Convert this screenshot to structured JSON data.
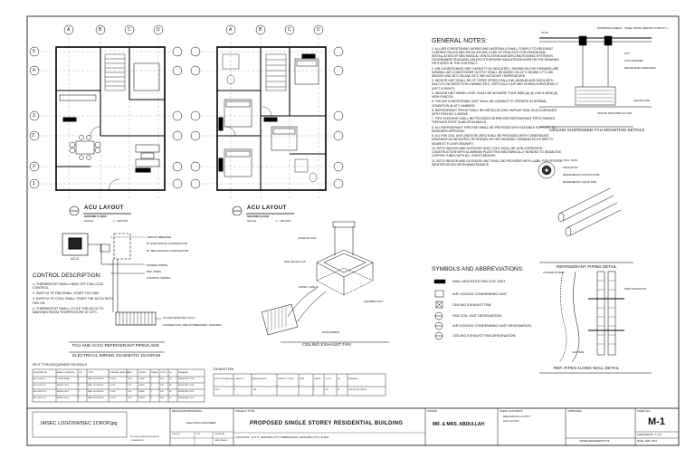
{
  "plan_left": {
    "title": "ACU LAYOUT",
    "subtitle": "GROUND FLOOR",
    "scale_label": "SCALE",
    "scale": "1 : 100 MTS"
  },
  "plan_right": {
    "title": "ACU LAYOUT",
    "subtitle": "SECOND FLOOR",
    "scale_label": "SCALE",
    "scale": "1 : 100 MTS"
  },
  "grid": {
    "cols": [
      "A",
      "B",
      "C",
      "D"
    ],
    "rows": [
      "5",
      "4",
      "3",
      "2'",
      "2",
      "1"
    ]
  },
  "general_notes": {
    "title": "GENERAL NOTES:",
    "items": [
      "1. ALL AIR CONDITIONING WORKS AND MATERIALS SHALL COMPLY TO RELEVANT CURRENT RULES AND REGULATIONS CODE OF PRACTICE FOR DESIGN AND INSTALLATION OF MECHANICAL VENTILATION AND AIRCONDITIONING SYSTEM IN GOVERNMENT BUILDING UNLESS OTHERWISE INDICATED/SHOWN ON THE DRAWING OR STATED IN THE CONTRACT.",
      "2. AIR CONDITIONING UNIT CAPACITY AS INDICATED / SHOWN ON THE DRAWING ARE NOMINAL AIR CONDITIONER OUTPUT SHALL BE BASED ON 24°C DB AND 17°C WB INDOOR AND 35°C DB AND 26°C WB OUTDOOR TEMPERATURE.",
      "3. INDOOR UNIT SHALL BE OF THREE SPEED FAN (LOW, MEDIUM AND HIGH) WITH MULTI-FLOW DIRECTION CAPABILITIES, VERTICALLY (UP AND DOWN) HORIZONTALLY (LEFT & RIGHT).",
      "4. INDOOR UNIT NOISE LEVEL SHALL BE NO MORE THAN 35DB (A) @ LOW & 40DB (A) HIGH FANCOIL.",
      "5. THE AIR CONDITIONING UNIT SHALL BE CAPABLE TO OPERATE IN NORMAL CONDITION @ 40°C AMBIENT.",
      "6. REFRIGERANT PIPING SHALL BE INSTALLED AND VAPOUR SEAL IN ACCORDANCE WITH ITEM NO. 1 ABOVE.",
      "7. PIPE SLEEVING SHALL BE PROVIDED WHEREVER REFRIGERANT PIPES PASSED THROUGH ROOF SLAB OR IN WALLS.",
      "8. ALL REFRIGERANT PIPE RUN SHALL BE PROVIDED WITH SUITABLE SUPPORT TO ENGINEER APPROVAL.",
      "9. ALL FAN COIL UNIT (INDOOR UNIT) SHALL BE PROVIDED WITH CONDENSATE DRAINAGE AS INDICATED OR SHOWN ON THE DRAWING TERMINATED EITHER TO NEAREST FLOOR DRAIN/PIT.",
      "10. BOTH INDOOR AND OUTDOOR UNIT COILS SHALL BE NON-CORROSIVE CONSTRUCTION WITH ALUMINUM PLATE FINS MECHANICALLY BONDED TO SEAMLESS COPPER TUBES WITH ALL JOINTS BRAZED.",
      "11. BOTH INDOOR AND OUTDOOR UNIT SHALL BE PROVIDED WITH LABEL FOR PROPER IDENTIFICATION UPON MAINTENANCE."
    ]
  },
  "symbols": {
    "title": "SYMBOLS AND ABBREVIATIONS:",
    "items": [
      "WALL MOUNTED FAN COIL UNIT",
      "AIR COOLED CONDENSING UNIT",
      "CEILING EXHAUST FAN",
      "FAN COIL UNIT DESIGNATION",
      "AIR COOLED CONDENSING UNIT DESIGNATION",
      "CEILING EXHAUST FAN DESIGNATION"
    ]
  },
  "control": {
    "title": "CONTROL DESCRIPTION:",
    "items": [
      "1. THERMOSTAT SHALL HAVE OFF-FAN-COOL CONTROL.",
      "2. SWITCH TO FAN SHALL START FCU FAN.",
      "3. SWITCH TO COOL SHALL START THE ACCU WITH FAN ON.",
      "4. THERMOSTAT SHALL CYCLE THE ACCU TO MAINTAIN ROOM TEMPERATURE AT 24°C."
    ]
  },
  "wiring": {
    "caption1": "FCU AND ACCU REFRIGERANT PIPING AND",
    "caption2": "ELECTRICAL WIRING SCHEMATIC DIAGRAM",
    "labels": [
      "CIRCUIT BREAKER",
      "BY ELECTRICAL CONTRACTOR",
      "BY MECHANICAL CONTRACTOR",
      "POWER WIRING",
      "REF. PIPES",
      "CONTROL WIRING",
      "FLOOR MOUNTED ACCU",
      "CONNECTION CIRCUIT BREAKER / STARTER"
    ],
    "accu_label": "ACCU"
  },
  "details": {
    "ceiling_fcu": "CEILING SUSPENDED FCU MOUNTING DETAILS",
    "ceiling_fan": "CEILING EXHAUST FAN",
    "ref_piping": "REFRIGERANT PIPING DETAIL",
    "ref_pipes_wall": "REF. PIPES ALONG WALL DETAIL",
    "ceiling_fan_labels": [
      "EXHAUST FAN",
      "SEE CEILING FAN",
      "SUPPLY GRILLE",
      "FLEXIBLE DUCT",
      "RADIUS BEND"
    ],
    "fcu_labels": [
      "SLAB",
      "EXPANSION SHIELD",
      "STEEL TRUSS (ABSORT. STRUCT'L.)",
      "NUT",
      "LOCK WASHER",
      "ROUND BAR (THREADED)",
      "CEILING LINE",
      "CEILING MOUNTED A/C UNIT"
    ],
    "piping_labels": [
      "INSULATION",
      "REFRIGERANT SUCTION PIPE",
      "REFRIGERANT LIQUID PIPE",
      "VINYL TAPE"
    ],
    "wall_labels": [
      "CONCRETE WALL",
      "PIPE INSULATION",
      "FLAT BAR"
    ]
  },
  "schedules": {
    "split_title": "SPLIT TYPE ACEQUIPMENT SCHEDULE",
    "split_headers": [
      "DESIGNATION",
      "AREA OF SERVICE",
      "QTY",
      "TYPE",
      "NOMINAL CAPACITY",
      "EER",
      "POWER",
      "PHASE",
      "VOLTS",
      "Hz",
      "REMARKS"
    ],
    "split_rows": [
      [
        "ACU-1/FCU-1",
        "LIVING AREA",
        "1",
        "WALL MOUNTED",
        "1.5 HP",
        "10.8",
        "1.1KW",
        "1",
        "230",
        "60",
        "INVERTER TYPE"
      ],
      [
        "ACU-2/FCU-2",
        "BEDROOM 1",
        "1",
        "WALL MOUNTED",
        "1.0 HP",
        "10.8",
        "0.8KW",
        "1",
        "230",
        "60",
        "INVERTER TYPE"
      ],
      [
        "ACU-3/FCU-3",
        "BEDROOM 2",
        "1",
        "WALL MOUNTED",
        "1.0 HP",
        "10.8",
        "0.8KW",
        "1",
        "230",
        "60",
        "INVERTER TYPE"
      ],
      [
        "ACU-4/FCU-4",
        "BEDROOM 3",
        "1",
        "WALL MOUNTED",
        "1.0 HP",
        "10.8",
        "0.8KW",
        "1",
        "230",
        "60",
        "INVERTER TYPE"
      ]
    ],
    "exhaust_title": "EXHAUST FAN",
    "exhaust_headers": [
      "UNIT DESIGNATION",
      "QUANTITY",
      "AREA SERVED",
      "CAPACITY (CFM)",
      "RPM",
      "PHASE",
      "VOLTS",
      "Hz",
      "REMARKS"
    ],
    "exhaust_rows": [
      [
        "CEF-1",
        "3",
        "T&B",
        "",
        "",
        "1",
        "230",
        "60",
        "CEILING MOUNTED"
      ]
    ]
  },
  "title_block": {
    "logo": "..\\MSEC LOGOS\\MSEC 1CROP.jpg",
    "design_prof": "DESIGN PROFESSIONAL",
    "discipline": "ELECTRICAL ENGINEER",
    "project_title_label": "PROJECT TITLE",
    "project_title": "PROPOSED SINGLE STOREY RESIDENTIAL BUILDING",
    "location": "LOCATION : LOT 5, CENTRAL CITY SUBDIVISION, DAGUPAN CITY, ALBAY",
    "owner_label": "OWNER",
    "owner": "MR. & MRS. ABDULLAH",
    "sheet_contents_label": "SHEET CONTENTS",
    "sheet_contents": [
      "MECHANICAL LAYOUT",
      "ACU LAYOUT"
    ],
    "approved_label": "APPROVED",
    "sheet_no_label": "SHEET NO.",
    "sheet_no": "M-1",
    "checked": "CHECKED BY: J.L.M.",
    "date": "DATE: FEB. 2019",
    "owner_rep": "OWNER REPRESENTATIVE",
    "small": [
      "PROFESSIONAL REGULATION",
      "COMMISSION",
      "PTR NO.",
      "TIN",
      "ISSUED AT",
      "DATE ISSUED"
    ]
  }
}
